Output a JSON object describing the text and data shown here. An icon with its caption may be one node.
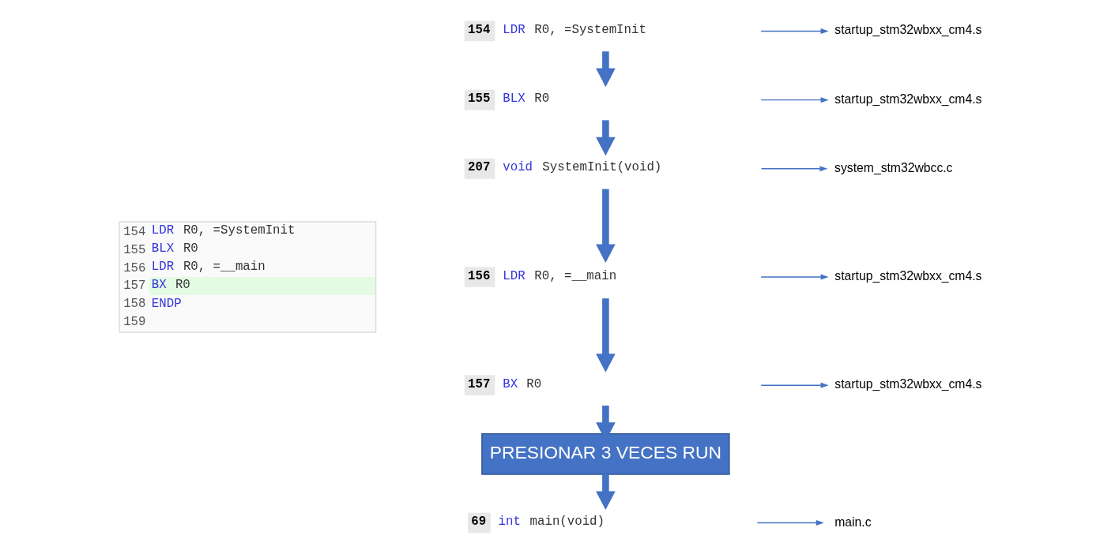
{
  "diagram": {
    "nodes": [
      {
        "text": [
          "154",
          "LDR R0, =SystemInit",
          "155",
          "BLX R0",
          "156",
          "LDR R0, =__main",
          "157",
          "BX R0",
          "158",
          "ENDP",
          "159"
        ]
      },
      {
        "text": [
          "154",
          "LDR R0, =SystemInit"
        ]
      },
      {
        "text": [
          "155",
          "BLX R0"
        ]
      },
      {
        "text": [
          "207",
          "void SystemInit(void)"
        ]
      },
      {
        "text": [
          "156",
          "LDR R0, =__main"
        ]
      },
      {
        "text": [
          "157",
          "BX R0"
        ]
      },
      {
        "text": [
          "PRESIONAR 3 VECES RUN"
        ]
      },
      {
        "text": [
          "69",
          "int main(void)"
        ]
      },
      {
        "text": [
          "startup_stm32wbxx_cm4.s"
        ]
      },
      {
        "text": [
          "startup_stm32wbxx_cm4.s"
        ]
      },
      {
        "text": [
          "system_stm32wbcc.c"
        ]
      },
      {
        "text": [
          "startup_stm32wbxx_cm4.s"
        ]
      },
      {
        "text": [
          "startup_stm32wbxx_cm4.s"
        ]
      },
      {
        "text": [
          "main.c"
        ]
      }
    ],
    "edges": [
      {
        "from": 1,
        "to": 2,
        "arrow": "to",
        "style": "thick"
      },
      {
        "from": 2,
        "to": 3,
        "arrow": "to",
        "style": "thick"
      },
      {
        "from": 3,
        "to": 4,
        "arrow": "to",
        "style": "thick"
      },
      {
        "from": 4,
        "to": 5,
        "arrow": "to",
        "style": "thick"
      },
      {
        "from": 5,
        "to": 6,
        "arrow": "to",
        "style": "thick"
      },
      {
        "from": 6,
        "to": 7,
        "arrow": "to",
        "style": "thick"
      },
      {
        "from": 1,
        "to": 8,
        "arrow": "to"
      },
      {
        "from": 2,
        "to": 9,
        "arrow": "to"
      },
      {
        "from": 3,
        "to": 10,
        "arrow": "to"
      },
      {
        "from": 4,
        "to": 11,
        "arrow": "to"
      },
      {
        "from": 5,
        "to": 12,
        "arrow": "to"
      },
      {
        "from": 7,
        "to": 13,
        "arrow": "to"
      }
    ]
  }
}
